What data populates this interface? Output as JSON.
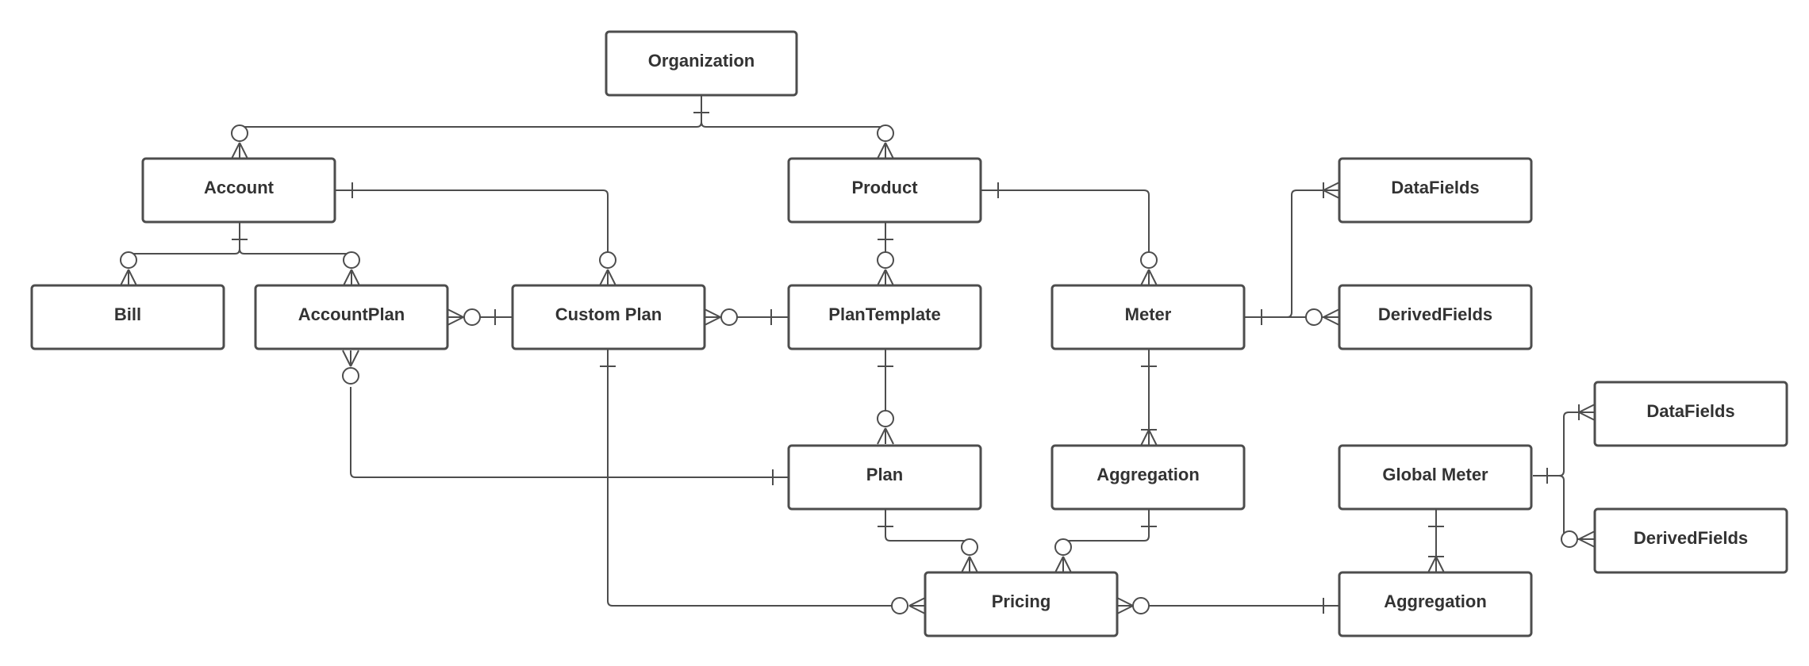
{
  "diagram": {
    "type": "entity-relationship",
    "entities": {
      "organization": "Organization",
      "account": "Account",
      "product": "Product",
      "bill": "Bill",
      "account_plan": "AccountPlan",
      "custom_plan": "Custom Plan",
      "plan_template": "PlanTemplate",
      "meter": "Meter",
      "datafields_meter": "DataFields",
      "derivedfields_meter": "DerivedFields",
      "plan": "Plan",
      "aggregation": "Aggregation",
      "global_meter": "Global Meter",
      "datafields_global": "DataFields",
      "derivedfields_global": "DerivedFields",
      "pricing": "Pricing",
      "global_aggregation": "Aggregation"
    },
    "relationships": [
      {
        "from": "Organization",
        "to": "Account",
        "from_card": "one",
        "to_card": "zero-or-many"
      },
      {
        "from": "Organization",
        "to": "Product",
        "from_card": "one",
        "to_card": "zero-or-many"
      },
      {
        "from": "Account",
        "to": "Bill",
        "from_card": "one",
        "to_card": "zero-or-many"
      },
      {
        "from": "Account",
        "to": "AccountPlan",
        "from_card": "one",
        "to_card": "zero-or-many"
      },
      {
        "from": "Account",
        "to": "Custom Plan",
        "from_card": "one",
        "to_card": "zero-or-many"
      },
      {
        "from": "Custom Plan",
        "to": "AccountPlan",
        "from_card": "one",
        "to_card": "zero-or-many"
      },
      {
        "from": "Product",
        "to": "PlanTemplate",
        "from_card": "one",
        "to_card": "zero-or-many"
      },
      {
        "from": "PlanTemplate",
        "to": "Custom Plan",
        "from_card": "one",
        "to_card": "zero-or-many"
      },
      {
        "from": "Product",
        "to": "Meter",
        "from_card": "one",
        "to_card": "zero-or-many"
      },
      {
        "from": "Meter",
        "to": "DataFields",
        "from_card": "one",
        "to_card": "one-or-many"
      },
      {
        "from": "Meter",
        "to": "DerivedFields",
        "from_card": "one",
        "to_card": "zero-or-many"
      },
      {
        "from": "PlanTemplate",
        "to": "Plan",
        "from_card": "one",
        "to_card": "zero-or-many"
      },
      {
        "from": "Plan",
        "to": "AccountPlan",
        "from_card": "one",
        "to_card": "zero-or-many"
      },
      {
        "from": "Meter",
        "to": "Aggregation",
        "from_card": "one",
        "to_card": "one-or-many"
      },
      {
        "from": "Plan",
        "to": "Pricing",
        "from_card": "one",
        "to_card": "zero-or-many"
      },
      {
        "from": "Aggregation",
        "to": "Pricing",
        "from_card": "one",
        "to_card": "zero-or-many"
      },
      {
        "from": "Custom Plan",
        "to": "Pricing",
        "from_card": "one",
        "to_card": "zero-or-many"
      },
      {
        "from": "Aggregation",
        "to": "Pricing",
        "from_card": "one",
        "to_card": "zero-or-many"
      },
      {
        "from": "Global Meter",
        "to": "Aggregation",
        "from_card": "one",
        "to_card": "one-or-many"
      },
      {
        "from": "Global Meter",
        "to": "DataFields",
        "from_card": "one",
        "to_card": "one-or-many"
      },
      {
        "from": "Global Meter",
        "to": "DerivedFields",
        "from_card": "one",
        "to_card": "zero-or-many"
      }
    ],
    "colors": {
      "stroke": "#4d4d4d",
      "text": "#333333",
      "background": "#ffffff"
    }
  }
}
